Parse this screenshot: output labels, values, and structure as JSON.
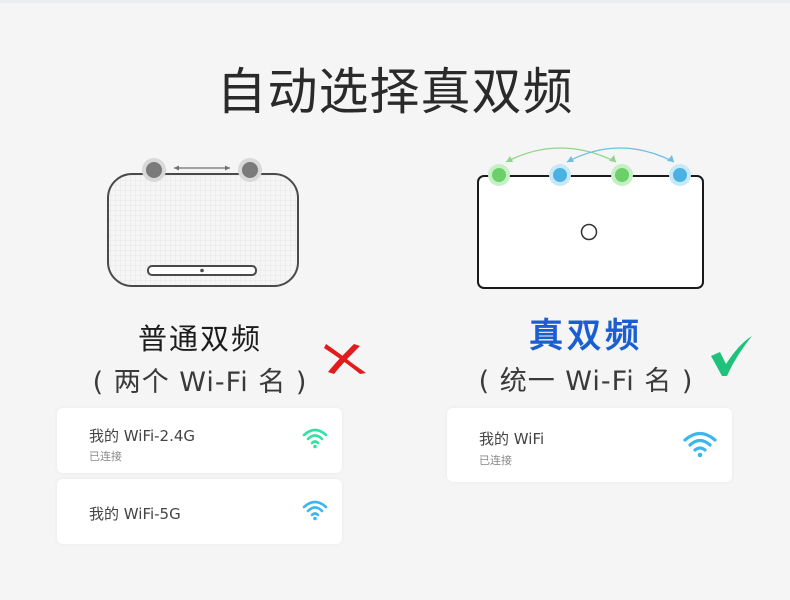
{
  "title": "自动选择真双频",
  "left": {
    "main_label": "普通双频",
    "sub_label": "( 两个 Wi-Fi 名 )",
    "mark_icon": "red-cross-icon",
    "cards": [
      {
        "name": "我的 WiFi-2.4G",
        "status": "已连接",
        "wifi_color": "#2ee3a2"
      },
      {
        "name": "我的 WiFi-5G",
        "status": "",
        "wifi_color": "#3ab8ee"
      }
    ]
  },
  "right": {
    "main_label": "真双频",
    "sub_label": "( 统一 Wi-Fi 名 )",
    "mark_icon": "green-check-icon",
    "cards": [
      {
        "name": "我的 WiFi",
        "status": "已连接",
        "wifi_color": "#3ab8ee"
      }
    ]
  },
  "colors": {
    "accent_blue": "#1a5fd1",
    "green": "#2ee3a2",
    "cyan": "#3ab8ee",
    "red": "#e01c1c"
  }
}
